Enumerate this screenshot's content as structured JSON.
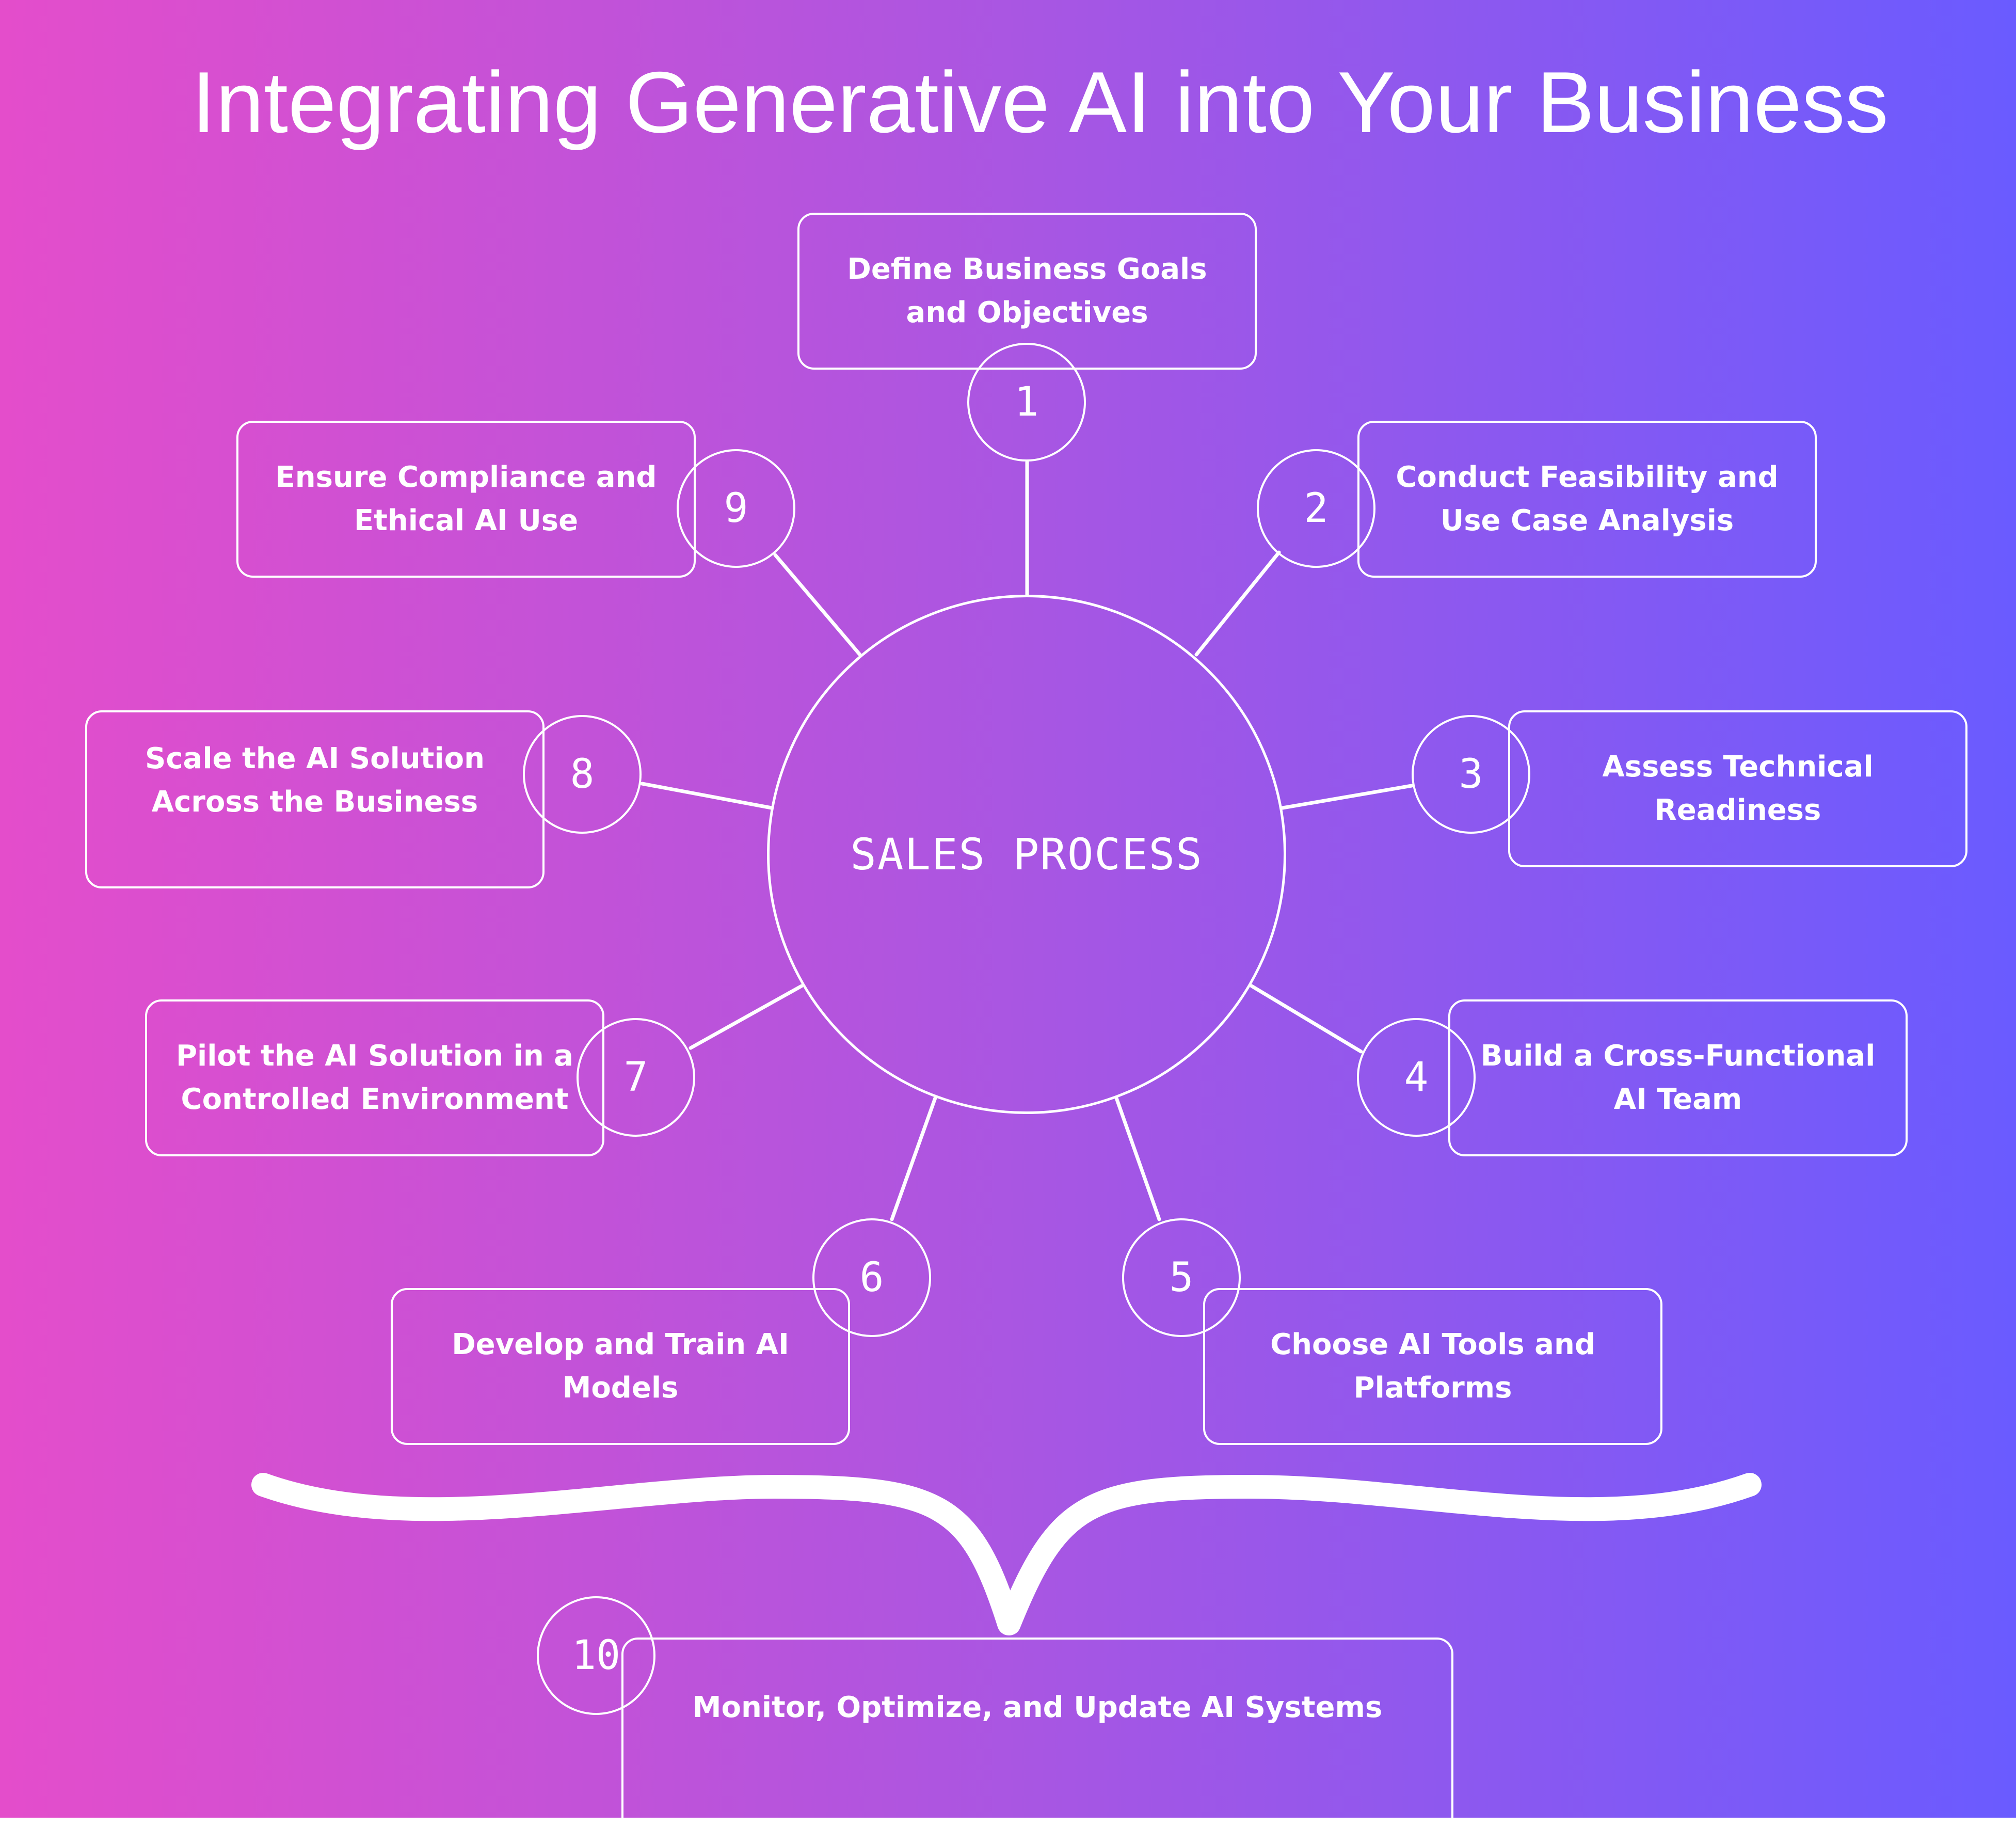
{
  "title": "Integrating Generative AI into Your Business",
  "center_label": "SALES PROCESS",
  "steps": [
    {
      "number": "1",
      "label": "Define Business Goals and Objectives"
    },
    {
      "number": "2",
      "label": "Conduct Feasibility and Use Case Analysis"
    },
    {
      "number": "3",
      "label": "Assess Technical Readiness"
    },
    {
      "number": "4",
      "label": "Build a Cross-Functional AI Team"
    },
    {
      "number": "5",
      "label": "Choose AI Tools and Platforms"
    },
    {
      "number": "6",
      "label": "Develop and Train AI Models"
    },
    {
      "number": "7",
      "label": "Pilot the AI Solution in a Controlled Environment"
    },
    {
      "number": "8",
      "label": "Scale the AI Solution Across the Business"
    },
    {
      "number": "9",
      "label": "Ensure Compliance and Ethical AI Use"
    },
    {
      "number": "10",
      "label": "Monitor, Optimize, and Update AI Systems"
    }
  ]
}
